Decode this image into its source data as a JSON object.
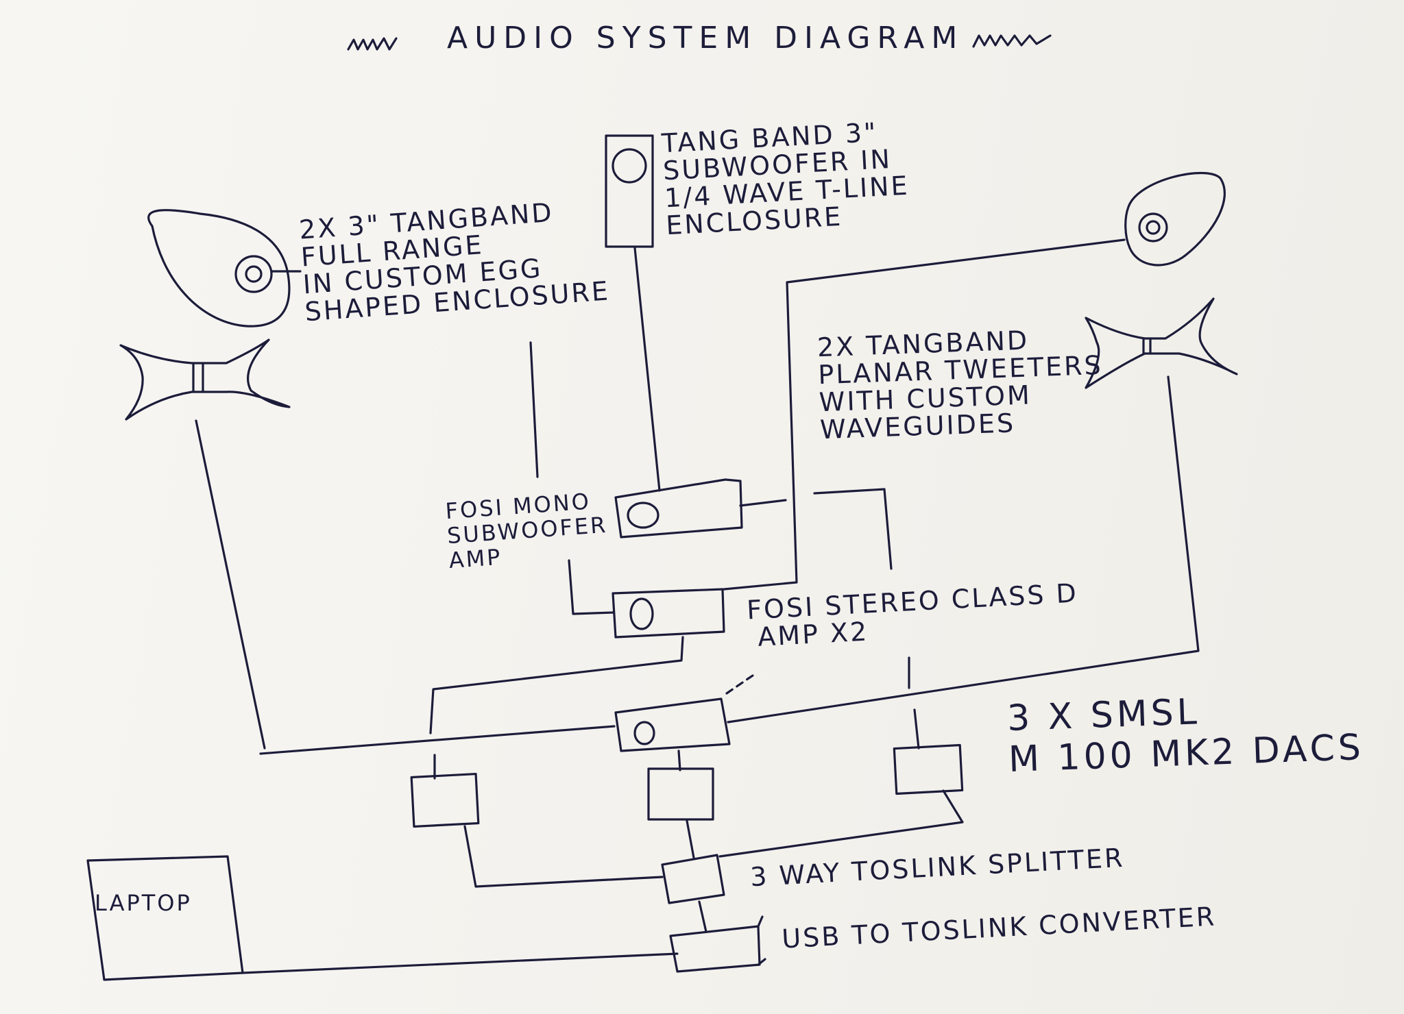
{
  "title": "AUDIO SYSTEM DIAGRAM",
  "labels": {
    "full_range": [
      "2X 3\" TANGBAND",
      "FULL RANGE",
      "IN CUSTOM EGG",
      "SHAPED ENCLOSURE"
    ],
    "subwoofer": [
      "TANG BAND 3\"",
      "SUBWOOFER IN",
      "1/4 WAVE T-LINE",
      "ENCLOSURE"
    ],
    "tweeters": [
      "2X TANGBAND",
      "PLANAR TWEETERS",
      "WITH CUSTOM",
      "WAVEGUIDES"
    ],
    "sub_amp": [
      "FOSI MONO",
      "SUBWOOFER",
      "AMP"
    ],
    "stereo_amp": [
      "FOSI STEREO CLASS D",
      "AMP X2"
    ],
    "dacs": [
      "3 X SMSL",
      "M 100 MK2 DACS"
    ],
    "splitter": "3 WAY TOSLINK SPLITTER",
    "converter": "USB TO TOSLINK CONVERTER",
    "laptop": "LAPTOP"
  }
}
